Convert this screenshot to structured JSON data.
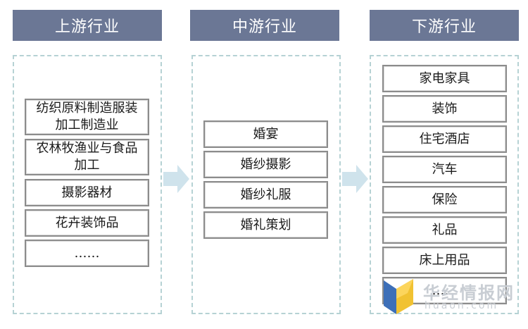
{
  "columns": [
    {
      "title": "上游行业",
      "items": [
        "纺织原料制造服装加工制造业",
        "农林牧渔业与食品加工",
        "摄影器材",
        "花卉装饰品",
        "……"
      ]
    },
    {
      "title": "中游行业",
      "items": [
        "婚宴",
        "婚纱摄影",
        "婚纱礼服",
        "婚礼策划"
      ]
    },
    {
      "title": "下游行业",
      "items": [
        "家电家具",
        "装饰",
        "住宅酒店",
        "汽车",
        "保险",
        "礼品",
        "床上用品",
        "……"
      ]
    }
  ],
  "watermark": {
    "name": "华经情报网",
    "domain": "huaon.com"
  },
  "colors": {
    "header_bg": "#6b7795",
    "panel_border": "#b6d2d4",
    "box_border": "#8c8c8c",
    "arrow": "#cfe3ec"
  }
}
